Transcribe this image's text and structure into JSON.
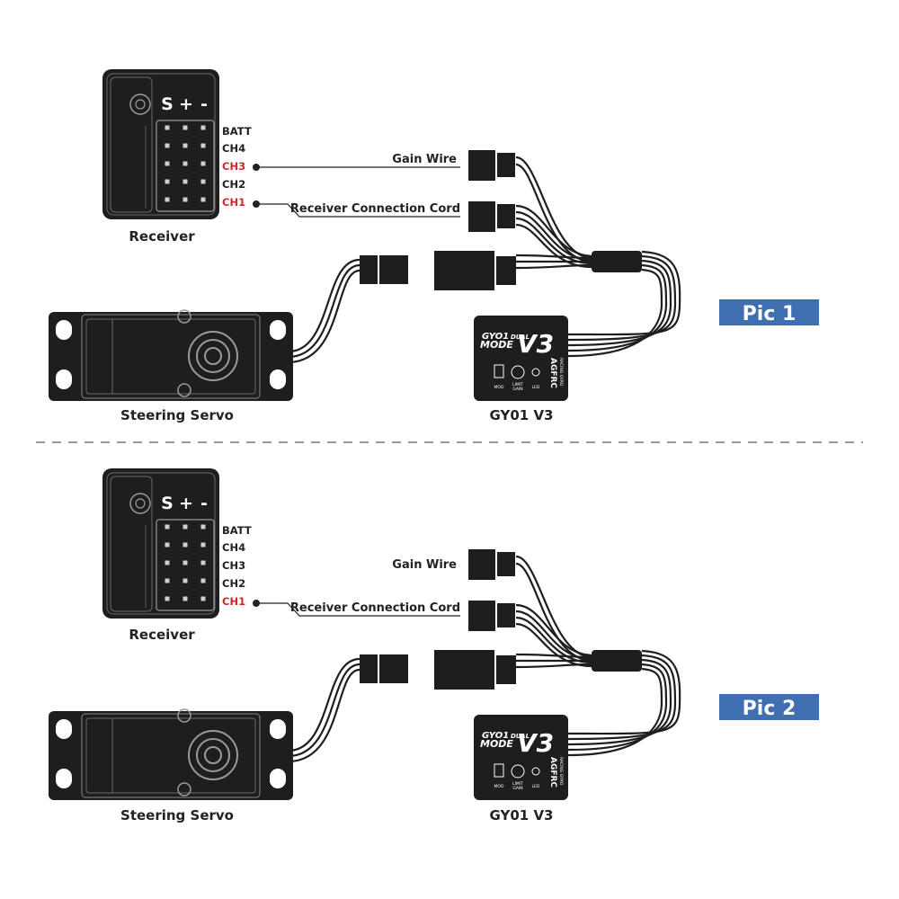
{
  "colors": {
    "accent_red": "#cc2a2a",
    "badge_blue": "#3f6fb1",
    "device": "#1e1e1e"
  },
  "panels": [
    {
      "badge": "Pic 1",
      "receiver": {
        "caption": "Receiver",
        "pin_symbols": [
          "S",
          "+",
          "-"
        ],
        "channels": [
          {
            "label": "BATT",
            "highlight": false
          },
          {
            "label": "CH4",
            "highlight": false
          },
          {
            "label": "CH3",
            "highlight": true
          },
          {
            "label": "CH2",
            "highlight": false
          },
          {
            "label": "CH1",
            "highlight": true
          }
        ]
      },
      "gain_wire_label": "Gain Wire",
      "connection_cord_label": "Receiver Connection Cord",
      "servo_caption": "Steering Servo",
      "gyro": {
        "caption": "GY01 V3",
        "brand_top": "GYO1",
        "brand_dual": "DUAL",
        "brand_mode": "MODE",
        "brand_version": "V3",
        "maker": "AGFRC",
        "maker_sub": "RACING GYRO",
        "mod_label": "MOD",
        "limit_label": "LIMIT",
        "gain_label": "GAIN",
        "led_label": "LED"
      }
    },
    {
      "badge": "Pic 2",
      "receiver": {
        "caption": "Receiver",
        "pin_symbols": [
          "S",
          "+",
          "-"
        ],
        "channels": [
          {
            "label": "BATT",
            "highlight": false
          },
          {
            "label": "CH4",
            "highlight": false
          },
          {
            "label": "CH3",
            "highlight": false
          },
          {
            "label": "CH2",
            "highlight": false
          },
          {
            "label": "CH1",
            "highlight": true
          }
        ]
      },
      "gain_wire_label": "Gain Wire",
      "connection_cord_label": "Receiver Connection Cord",
      "servo_caption": "Steering Servo",
      "gyro": {
        "caption": "GY01 V3",
        "brand_top": "GYO1",
        "brand_dual": "DUAL",
        "brand_mode": "MODE",
        "brand_version": "V3",
        "maker": "AGFRC",
        "maker_sub": "RACING GYRO",
        "mod_label": "MOD",
        "limit_label": "LIMIT",
        "gain_label": "GAIN",
        "led_label": "LED"
      }
    }
  ]
}
